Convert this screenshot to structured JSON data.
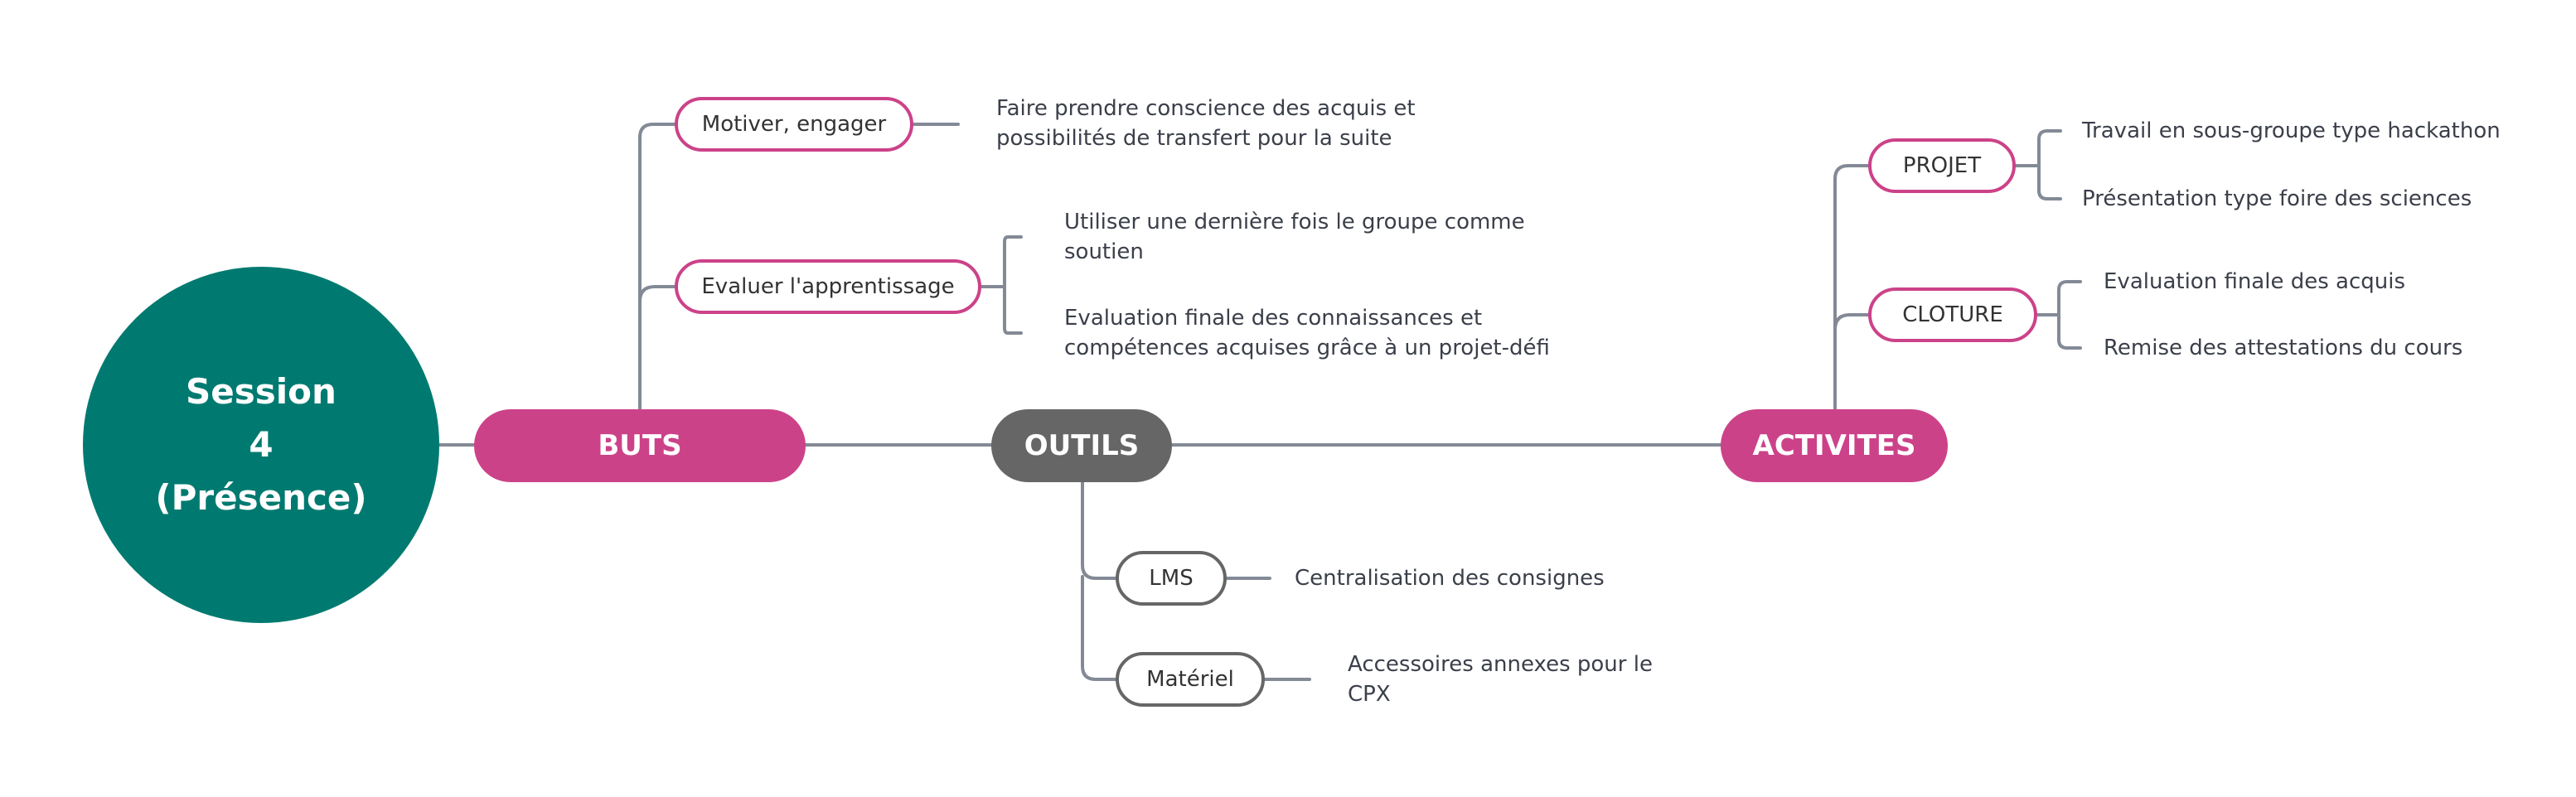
{
  "diagram": {
    "root": {
      "line1": "Session",
      "line2": "4",
      "line3": "(Présence)"
    },
    "colors": {
      "root": "#007a70",
      "accent": "#cc4289",
      "neutral": "#666666",
      "connector": "#838a96"
    },
    "buts": {
      "label": "BUTS",
      "children": [
        {
          "label": "Motiver, engager",
          "leaves": [
            {
              "line1": "Faire prendre conscience des acquis et",
              "line2": "possibilités de transfert pour la suite"
            }
          ]
        },
        {
          "label": "Evaluer l'apprentissage",
          "leaves": [
            {
              "line1": "Utiliser une dernière fois le groupe comme",
              "line2": "soutien"
            },
            {
              "line1": "Evaluation finale des connaissances et",
              "line2": "compétences acquises grâce à un projet-défi"
            }
          ]
        }
      ]
    },
    "outils": {
      "label": "OUTILS",
      "children": [
        {
          "label": "LMS",
          "leaves": [
            {
              "line1": "Centralisation des consignes"
            }
          ]
        },
        {
          "label": "Matériel",
          "leaves": [
            {
              "line1": "Accessoires annexes pour le",
              "line2": "CPX"
            }
          ]
        }
      ]
    },
    "activites": {
      "label": "ACTIVITES",
      "children": [
        {
          "label": "PROJET",
          "leaves": [
            {
              "line1": "Travail en sous-groupe type hackathon"
            },
            {
              "line1": "Présentation type foire des sciences"
            }
          ]
        },
        {
          "label": "CLOTURE",
          "leaves": [
            {
              "line1": "Evaluation finale des acquis"
            },
            {
              "line1": "Remise des attestations du cours"
            }
          ]
        }
      ]
    }
  }
}
